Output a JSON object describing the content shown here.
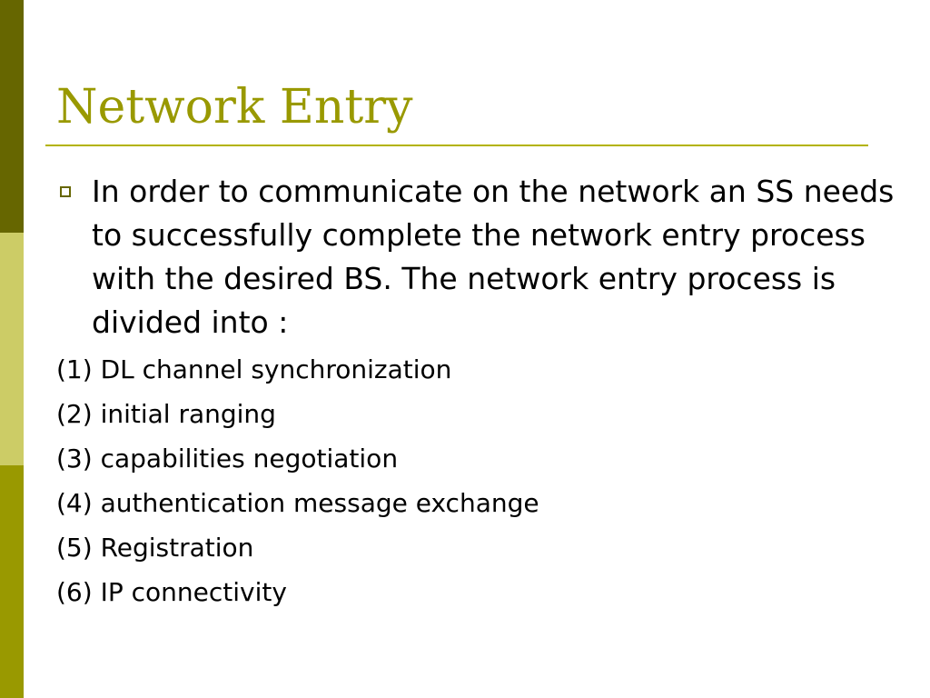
{
  "slide": {
    "title": "Network Entry",
    "bullet": {
      "icon": "hollow-square-bullet-icon",
      "text": "In order to communicate on the network an SS needs to successfully complete the network entry process with the desired BS. The network entry process is divided into :"
    },
    "steps": [
      "(1) DL channel synchronization",
      "(2) initial ranging",
      "(3) capabilities negotiation",
      "(4) authentication message exchange",
      "(5) Registration",
      "(6) IP connectivity"
    ]
  },
  "colors": {
    "title": "#999900",
    "bar_dark": "#666600",
    "bar_light": "#cccc66",
    "bar_mid": "#999900",
    "rule": "#b3b300"
  }
}
